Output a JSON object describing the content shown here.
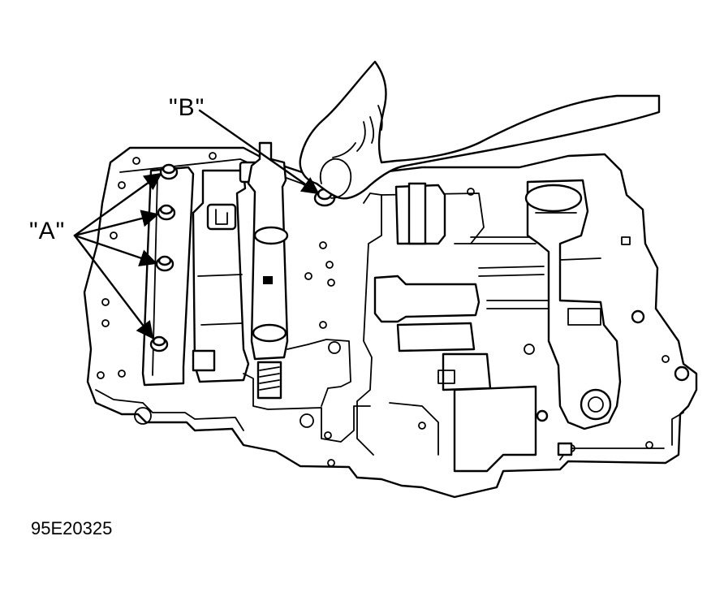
{
  "diagram": {
    "label_a": "\"A\"",
    "label_b": "\"B\"",
    "figure_id": "95E20325"
  }
}
